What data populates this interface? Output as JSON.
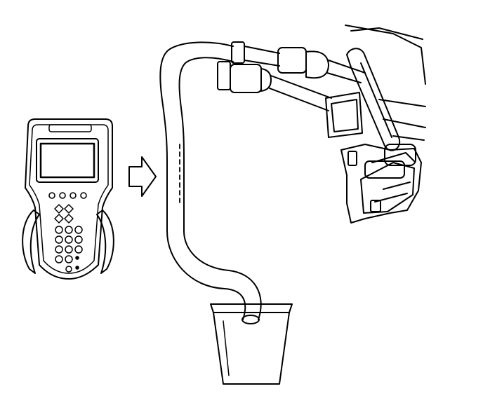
{
  "figure": {
    "background": "#ffffff",
    "line_color": "#000000",
    "parts": [
      "scan-tool",
      "direction-arrow",
      "drain-hose",
      "fuel-rail-fittings",
      "fuel-pump-bracket",
      "collection-container"
    ]
  },
  "scan_tool": {
    "screen_icon": "lcd-screen-icon",
    "keypad_rows": 6,
    "function_keys": 4
  }
}
